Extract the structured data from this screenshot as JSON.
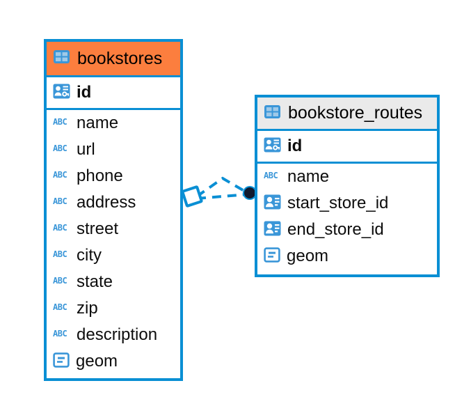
{
  "diagram": {
    "type": "entity-relationship-diagram",
    "background_color": "#ffffff",
    "accent_color": "#0a8fd4",
    "highlight_color": "#fc7e3e",
    "neutral_header_color": "#eaeaea"
  },
  "tables": [
    {
      "name": "bookstores",
      "header_icon": "table-grid-icon",
      "header_style": "highlighted",
      "fields": [
        {
          "label": "id",
          "icon": "primary-key-icon",
          "key": "primary"
        },
        {
          "label": "name",
          "icon": "abc-text-icon",
          "key": "none"
        },
        {
          "label": "url",
          "icon": "abc-text-icon",
          "key": "none"
        },
        {
          "label": "phone",
          "icon": "abc-text-icon",
          "key": "none"
        },
        {
          "label": "address",
          "icon": "abc-text-icon",
          "key": "none"
        },
        {
          "label": "street",
          "icon": "abc-text-icon",
          "key": "none"
        },
        {
          "label": "city",
          "icon": "abc-text-icon",
          "key": "none"
        },
        {
          "label": "state",
          "icon": "abc-text-icon",
          "key": "none"
        },
        {
          "label": "zip",
          "icon": "abc-text-icon",
          "key": "none"
        },
        {
          "label": "description",
          "icon": "abc-text-icon",
          "key": "none"
        },
        {
          "label": "geom",
          "icon": "geometry-icon",
          "key": "none"
        }
      ]
    },
    {
      "name": "bookstore_routes",
      "header_icon": "table-grid-icon",
      "header_style": "neutral",
      "fields": [
        {
          "label": "id",
          "icon": "primary-key-icon",
          "key": "primary"
        },
        {
          "label": "name",
          "icon": "abc-text-icon",
          "key": "none"
        },
        {
          "label": "start_store_id",
          "icon": "foreign-key-icon",
          "key": "foreign"
        },
        {
          "label": "end_store_id",
          "icon": "foreign-key-icon",
          "key": "foreign"
        },
        {
          "label": "geom",
          "icon": "geometry-icon",
          "key": "none"
        }
      ]
    }
  ],
  "relationship": {
    "style": "dashed",
    "color": "#0a8fd4",
    "source_marker": "diamond-outline",
    "target_marker": "filled-circle",
    "target_marker_color": "#111a2e"
  }
}
